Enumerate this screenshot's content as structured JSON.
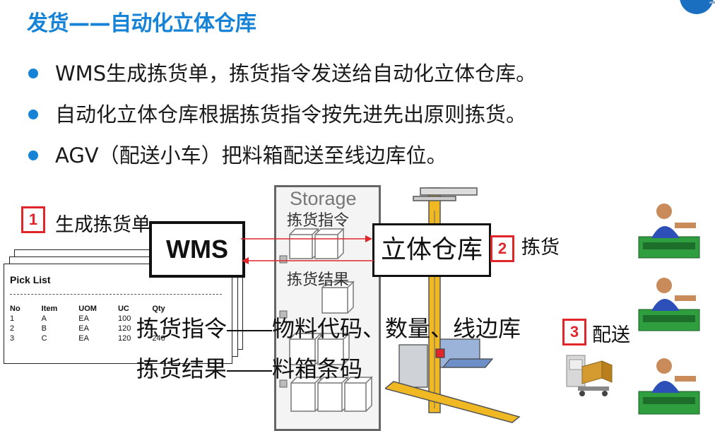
{
  "header": {
    "title": "发货——自动化立体仓库"
  },
  "bullets": [
    "WMS生成拣货单，拣货指令发送给自动化立体仓库。",
    "自动化立体仓库根据拣货指令按先进先出原则拣货。",
    "AGV（配送小车）把料箱配送至线边库位。"
  ],
  "steps": [
    {
      "number": "1",
      "label": "生成拣货单"
    },
    {
      "number": "2",
      "label": "拣货"
    },
    {
      "number": "3",
      "label": "配送"
    }
  ],
  "diagram": {
    "wms_label": "WMS",
    "warehouse_label": "立体仓库",
    "storage_label": "Storage",
    "arrow_top_label": "拣货指令",
    "arrow_bottom_label": "拣货结果",
    "mapping_1_left": "拣货指令",
    "mapping_1_right": "物料代码、数量、线边库",
    "mapping_2_left": "拣货结果",
    "mapping_2_right": "料箱条码",
    "arrow_color": "#e0262b",
    "accent_color": "#1683d6",
    "rack_color": "#f0b823"
  },
  "pick_list": {
    "title": "Pick List",
    "columns": [
      "No",
      "Item",
      "UOM",
      "UC",
      "Qty"
    ],
    "rows": [
      [
        "1",
        "A",
        "EA",
        "100",
        ""
      ],
      [
        "2",
        "B",
        "EA",
        "120",
        ""
      ],
      [
        "3",
        "C",
        "EA",
        "120",
        "240"
      ]
    ]
  }
}
